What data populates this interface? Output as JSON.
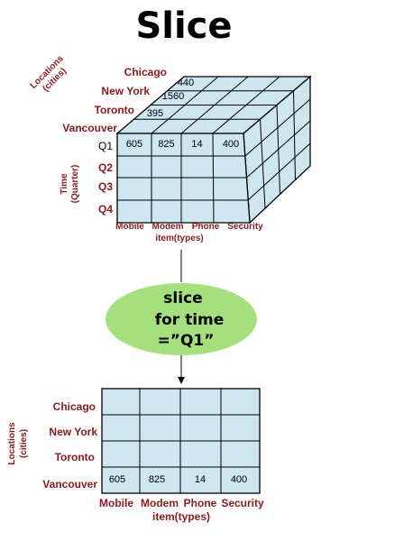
{
  "title": "Slice",
  "cube": {
    "location_axis_label": [
      "Locations",
      "(cities)"
    ],
    "time_axis_label": [
      "Time",
      "(Quarter)"
    ],
    "cities": [
      "Chicago",
      "New York",
      "Toronto",
      "Vancouver"
    ],
    "quarters": [
      "Q1",
      "Q2",
      "Q3",
      "Q4"
    ],
    "item_types": [
      "Mobile",
      "Modem",
      "Phone",
      "Security"
    ],
    "item_axis_label": "item(types)",
    "top_values": [
      "440",
      "1560",
      "395"
    ],
    "front_row_values": [
      "605",
      "825",
      "14",
      "400"
    ]
  },
  "operation": {
    "lines": [
      "slice",
      "for time",
      "=”Q1”"
    ]
  },
  "result": {
    "location_axis_label": [
      "Locations",
      "(cities)"
    ],
    "cities": [
      "Chicago",
      "New York",
      "Toronto",
      "Vancouver"
    ],
    "item_types": [
      "Mobile",
      "Modem",
      "Phone",
      "Security"
    ],
    "item_axis_label": "item(types)",
    "vancouver_values": [
      "605",
      "825",
      "14",
      "400"
    ]
  },
  "colors": {
    "cell_fill": "#cde6ef",
    "label_red": "#8b1a1a",
    "ellipse_fill": "#a6e07c"
  }
}
